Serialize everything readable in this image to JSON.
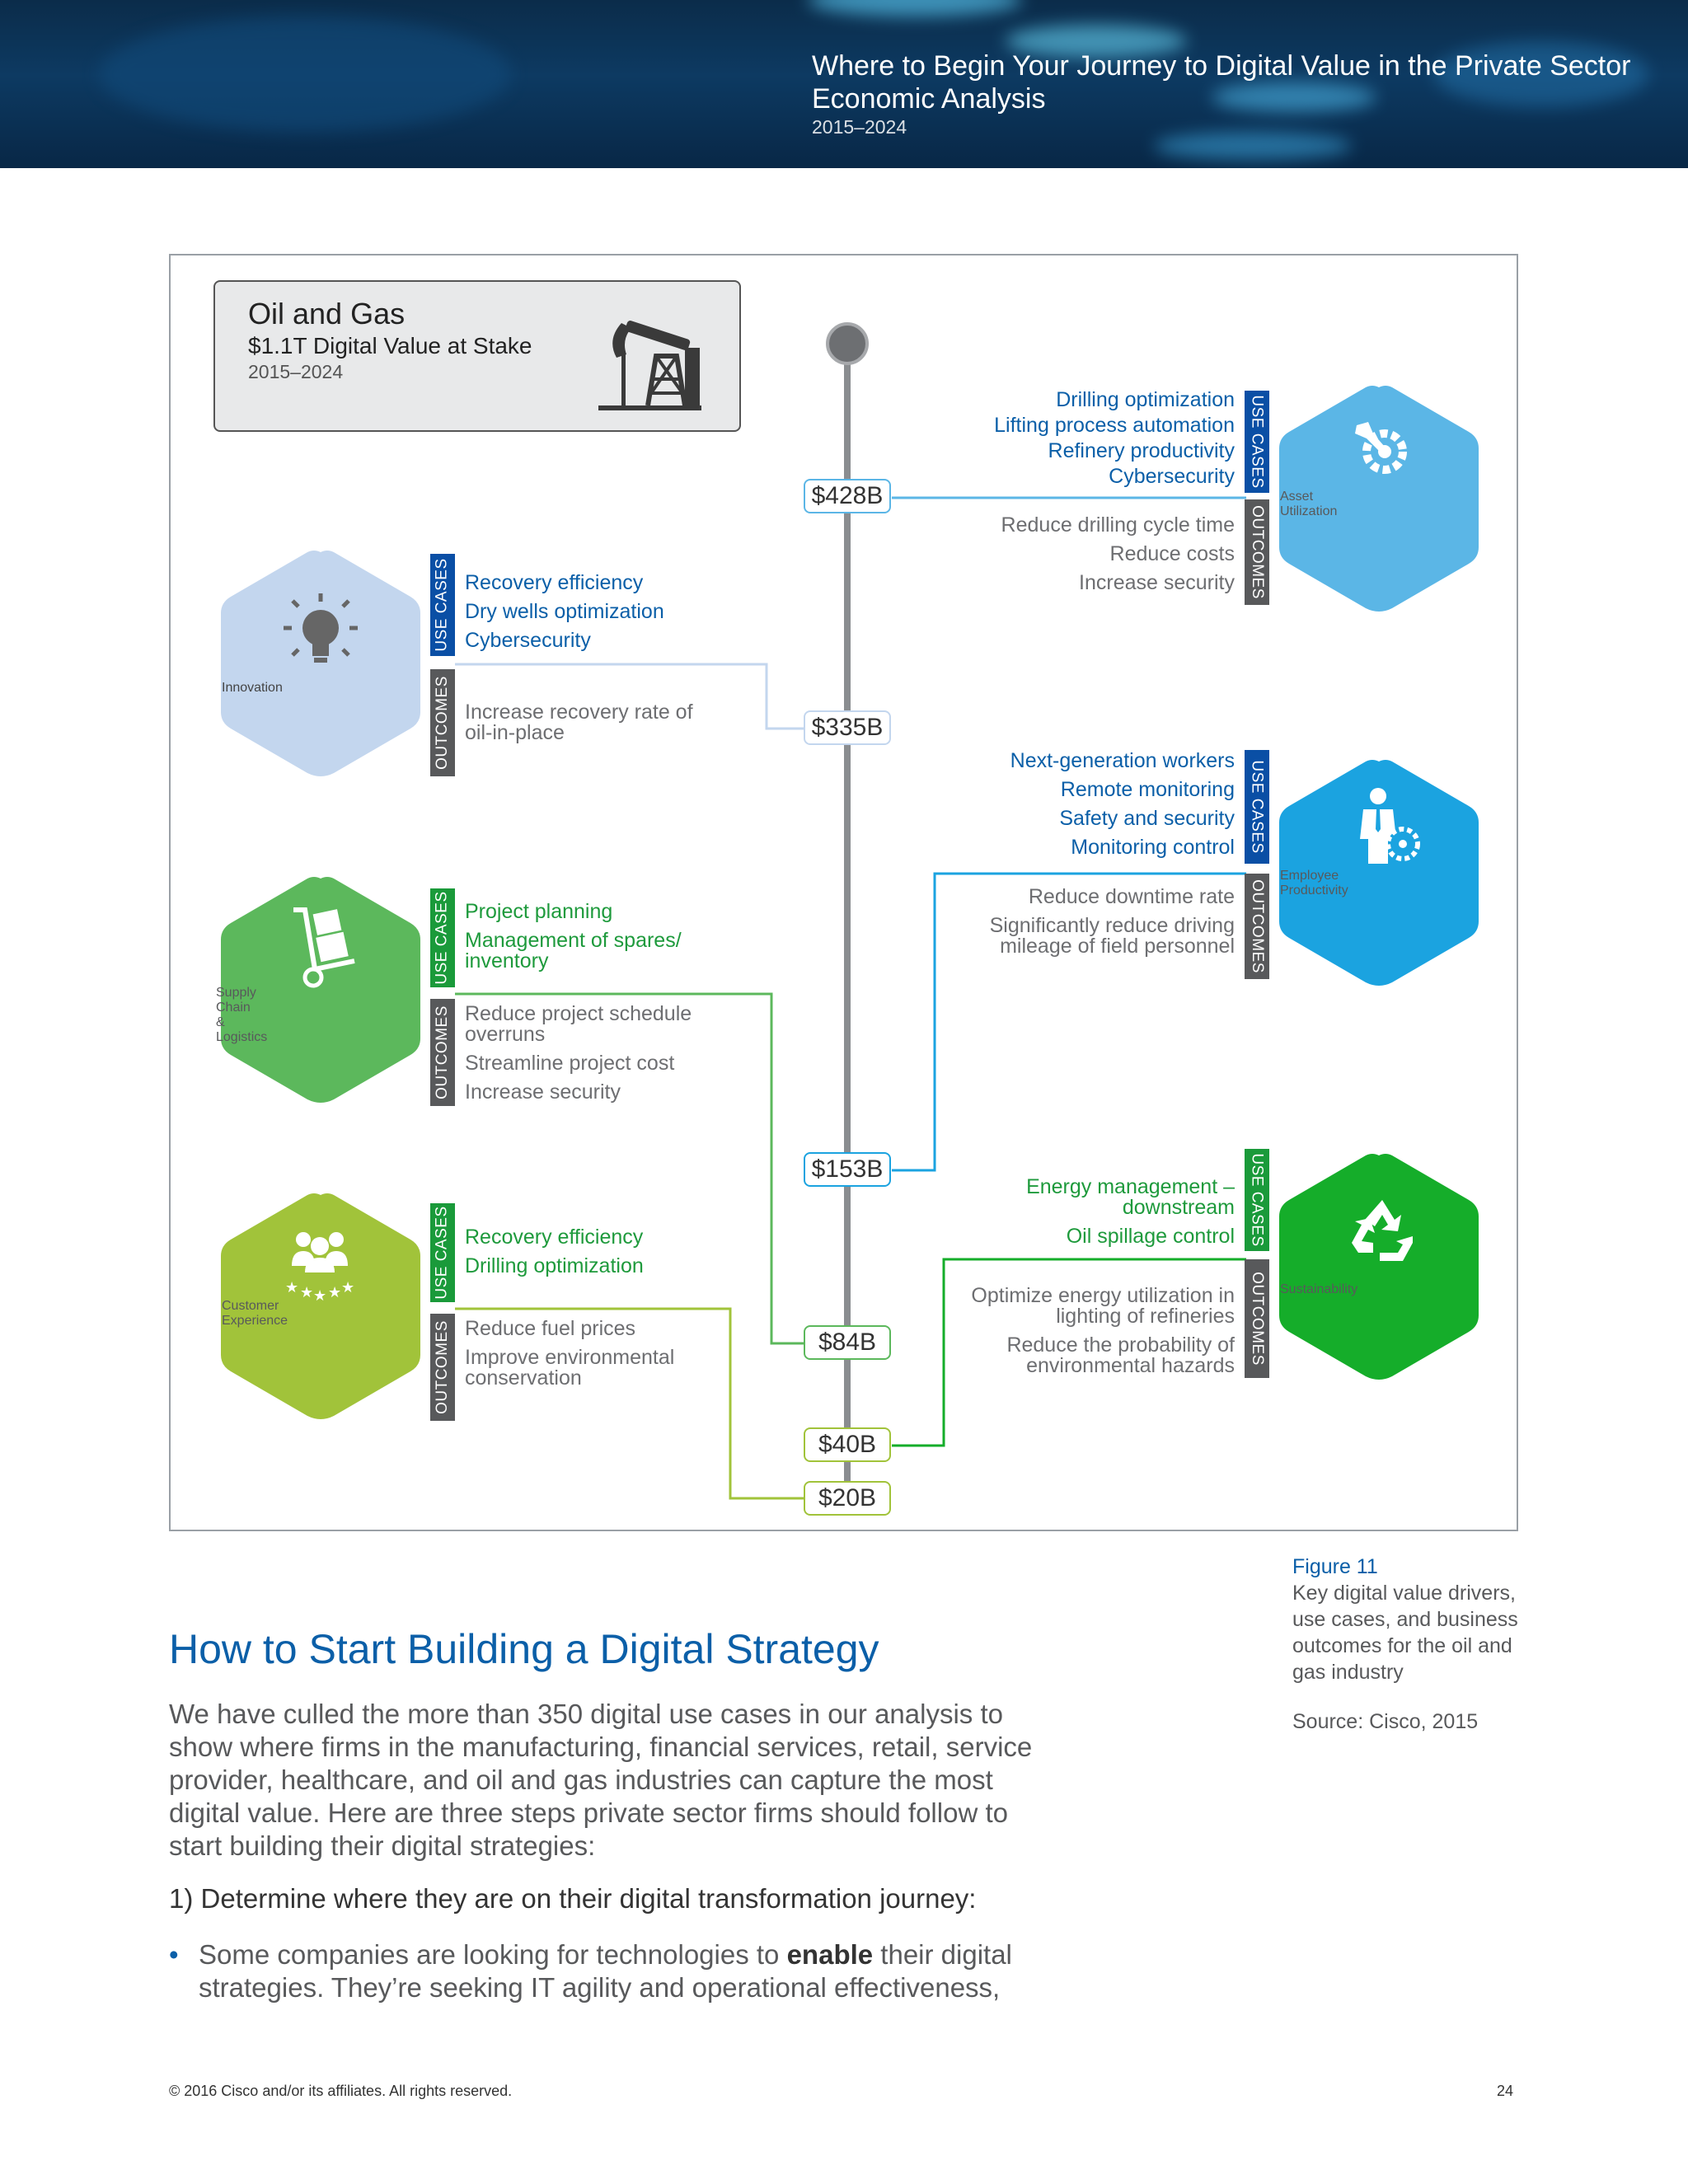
{
  "header": {
    "title_line1": "Where to Begin Your Journey to Digital Value in the Private Sector",
    "title_line2": "Economic Analysis",
    "years": "2015–2024"
  },
  "figure": {
    "title": "Oil and Gas",
    "subtitle": "$1.1T Digital Value at Stake",
    "years": "2015–2024",
    "icon": "oil-pump-icon",
    "tag_use_cases": "USE CASES",
    "tag_outcomes": "OUTCOMES",
    "values": [
      "$428B",
      "$335B",
      "$153B",
      "$84B",
      "$40B",
      "$20B"
    ],
    "drivers": {
      "asset": {
        "name_line1": "Asset",
        "name_line2": "Utilization",
        "icon": "gear-wrench-icon",
        "color": "#5bb6e6",
        "value": "$428B",
        "use_cases": [
          "Drilling optimization",
          "Lifting process automation",
          "Refinery productivity",
          "Cybersecurity"
        ],
        "outcomes": [
          "Reduce drilling cycle time",
          "Reduce costs",
          "Increase security"
        ]
      },
      "innovation": {
        "name_line1": "Innovation",
        "name_line2": "",
        "icon": "lightbulb-icon",
        "color": "#c3d6ee",
        "value": "$335B",
        "use_cases": [
          "Recovery efficiency",
          "Dry wells optimization",
          "Cybersecurity"
        ],
        "outcomes": [
          "Increase recovery rate of",
          "oil-in-place"
        ]
      },
      "employee": {
        "name_line1": "Employee",
        "name_line2": "Productivity",
        "icon": "worker-gear-icon",
        "color": "#1ba3e0",
        "value": "$153B",
        "use_cases": [
          "Next-generation workers",
          "Remote monitoring",
          "Safety and security",
          "Monitoring control"
        ],
        "outcomes": [
          "Reduce downtime rate",
          "Significantly reduce driving",
          "mileage of field personnel"
        ]
      },
      "supply": {
        "name_line1": "Supply Chain",
        "name_line2": "& Logistics",
        "icon": "hand-truck-icon",
        "color": "#5cb85c",
        "value": "$84B",
        "use_cases": [
          "Project planning",
          "Management of spares/",
          "inventory"
        ],
        "outcomes": [
          "Reduce project schedule",
          "overruns",
          "Streamline project cost",
          "Increase security"
        ]
      },
      "sustainability": {
        "name_line1": "Sustainability",
        "name_line2": "",
        "icon": "recycle-icon",
        "color": "#15ad2a",
        "value": "$40B",
        "use_cases": [
          "Energy management –",
          "downstream",
          "Oil spillage control"
        ],
        "outcomes": [
          "Optimize energy utilization in",
          "lighting of refineries",
          "Reduce the probability of",
          "environmental hazards"
        ]
      },
      "customer": {
        "name_line1": "Customer",
        "name_line2": "Experience",
        "icon": "customers-stars-icon",
        "color": "#a1c33a",
        "value": "$20B",
        "use_cases": [
          "Recovery efficiency",
          "Drilling optimization"
        ],
        "outcomes": [
          "Reduce fuel prices",
          "Improve environmental",
          "conservation"
        ]
      }
    }
  },
  "caption": {
    "figure_no": "Figure 11",
    "text": "Key digital value drivers, use cases, and business outcomes for the oil and gas industry",
    "source": "Source: Cisco, 2015"
  },
  "body": {
    "heading": "How to Start Building a Digital Strategy",
    "paragraph": "We have culled the more than 350 digital use cases in our analysis to show where firms in the manufacturing, financial services, retail, service provider, healthcare, and oil and gas industries can capture the most digital value. Here are three steps private sector firms should follow to start building their digital strategies:",
    "step1": "1) Determine where they are on their digital transformation journey:",
    "bullet_pre": "Some companies are looking for technologies to ",
    "bullet_bold": "enable",
    "bullet_post": " their digital strategies. They’re seeking IT agility and operational effectiveness,"
  },
  "footer": {
    "copyright": "© 2016 Cisco and/or its affiliates. All rights reserved.",
    "page": "24"
  }
}
